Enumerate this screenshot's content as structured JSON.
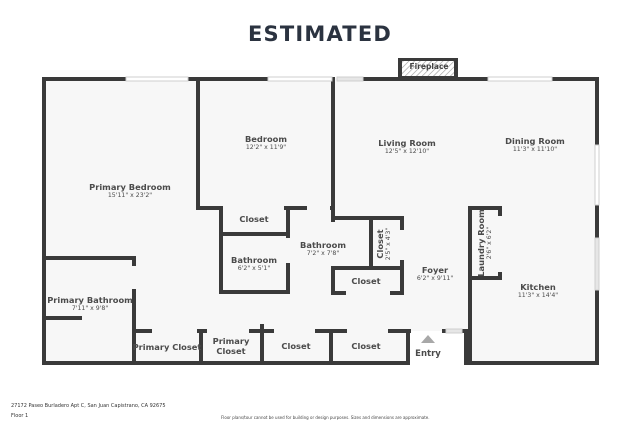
{
  "header": {
    "title": "ESTIMATED"
  },
  "rooms": {
    "primary_bedroom": {
      "name": "Primary Bedroom",
      "dims": "15'11\" x 23'2\""
    },
    "bedroom": {
      "name": "Bedroom",
      "dims": "12'2\" x 11'9\""
    },
    "living_room": {
      "name": "Living Room",
      "dims": "12'5\" x 12'10\""
    },
    "dining_room": {
      "name": "Dining Room",
      "dims": "11'3\" x 11'10\""
    },
    "closet_top": {
      "name": "Closet"
    },
    "bathroom_small": {
      "name": "Bathroom",
      "dims": "6'2\" x 5'1\""
    },
    "bathroom_hall": {
      "name": "Bathroom",
      "dims": "7'2\" x 7'8\""
    },
    "closet_vertical": {
      "name": "Closet",
      "dims": "2'5\" x 4'3\""
    },
    "closet_hall": {
      "name": "Closet"
    },
    "foyer": {
      "name": "Foyer",
      "dims": "6'2\" x 9'11\""
    },
    "laundry_room": {
      "name": "Laundry Room",
      "dims": "2'6\" x 6'2\""
    },
    "kitchen": {
      "name": "Kitchen",
      "dims": "11'3\" x 14'4\""
    },
    "primary_bathroom": {
      "name": "Primary Bathroom",
      "dims": "7'11\" x 9'8\""
    },
    "primary_closet_1": {
      "name": "Primary Closet"
    },
    "primary_closet_2": {
      "name_line1": "Primary",
      "name_line2": "Closet"
    },
    "closet_bottom_1": {
      "name": "Closet"
    },
    "closet_bottom_2": {
      "name": "Closet"
    }
  },
  "features": {
    "fireplace": "Fireplace",
    "entry": "Entry"
  },
  "colors": {
    "wall": "#3a3a3a",
    "floor": "#f7f7f7",
    "title": "#2b3340",
    "entry_arrow": "#a8a8a8"
  },
  "footer": {
    "address": "27172 Paseo Burladero Apt C, San Juan Capistrano, CA 92675",
    "floor": "Floor 1",
    "disclaimer": "Floor plans/tour cannot be used for building or design purposes. Sizes and dimensions are approximate."
  }
}
